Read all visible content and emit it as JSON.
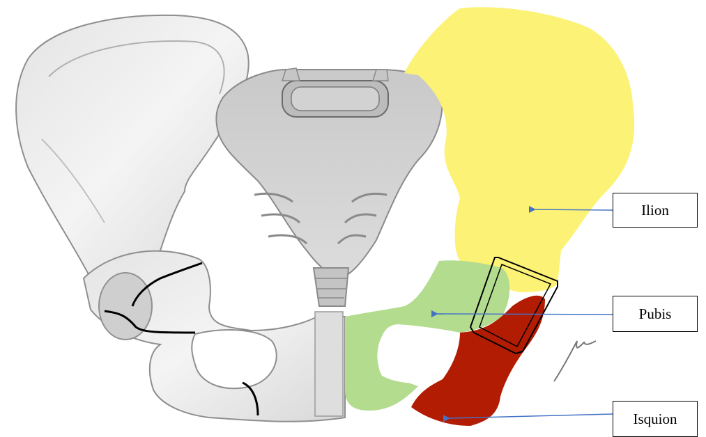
{
  "labels": {
    "ilion": "Ilion",
    "pubis": "Pubis",
    "isquion": "Isquion"
  },
  "regions": [
    {
      "name": "ilion",
      "color": "#fbf276"
    },
    {
      "name": "pubis",
      "color": "#b3dc8f"
    },
    {
      "name": "isquion",
      "color": "#b21c03"
    }
  ],
  "arrow_color": "#4472c4",
  "bone_drawing": "pencil-sketch-pelvis"
}
